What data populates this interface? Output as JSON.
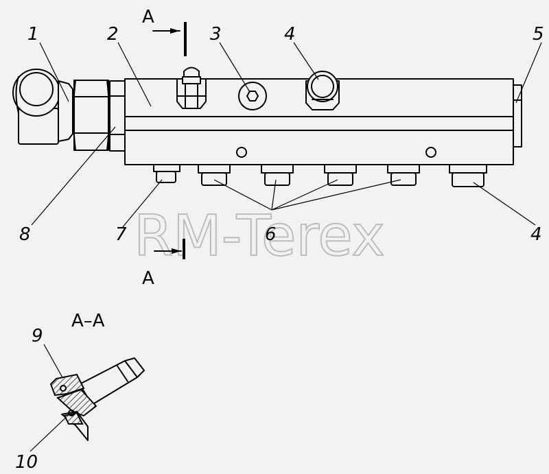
{
  "watermark": "RM-Terex",
  "section_mark_top": "A",
  "section_mark_bottom": "A",
  "section_title": "A–A",
  "callouts": {
    "c1": "1",
    "c2": "2",
    "c3": "3",
    "c4_top": "4",
    "c5": "5",
    "c4_bottom": "4",
    "c6": "6",
    "c7": "7",
    "c8": "8",
    "c9": "9",
    "c10": "10"
  }
}
